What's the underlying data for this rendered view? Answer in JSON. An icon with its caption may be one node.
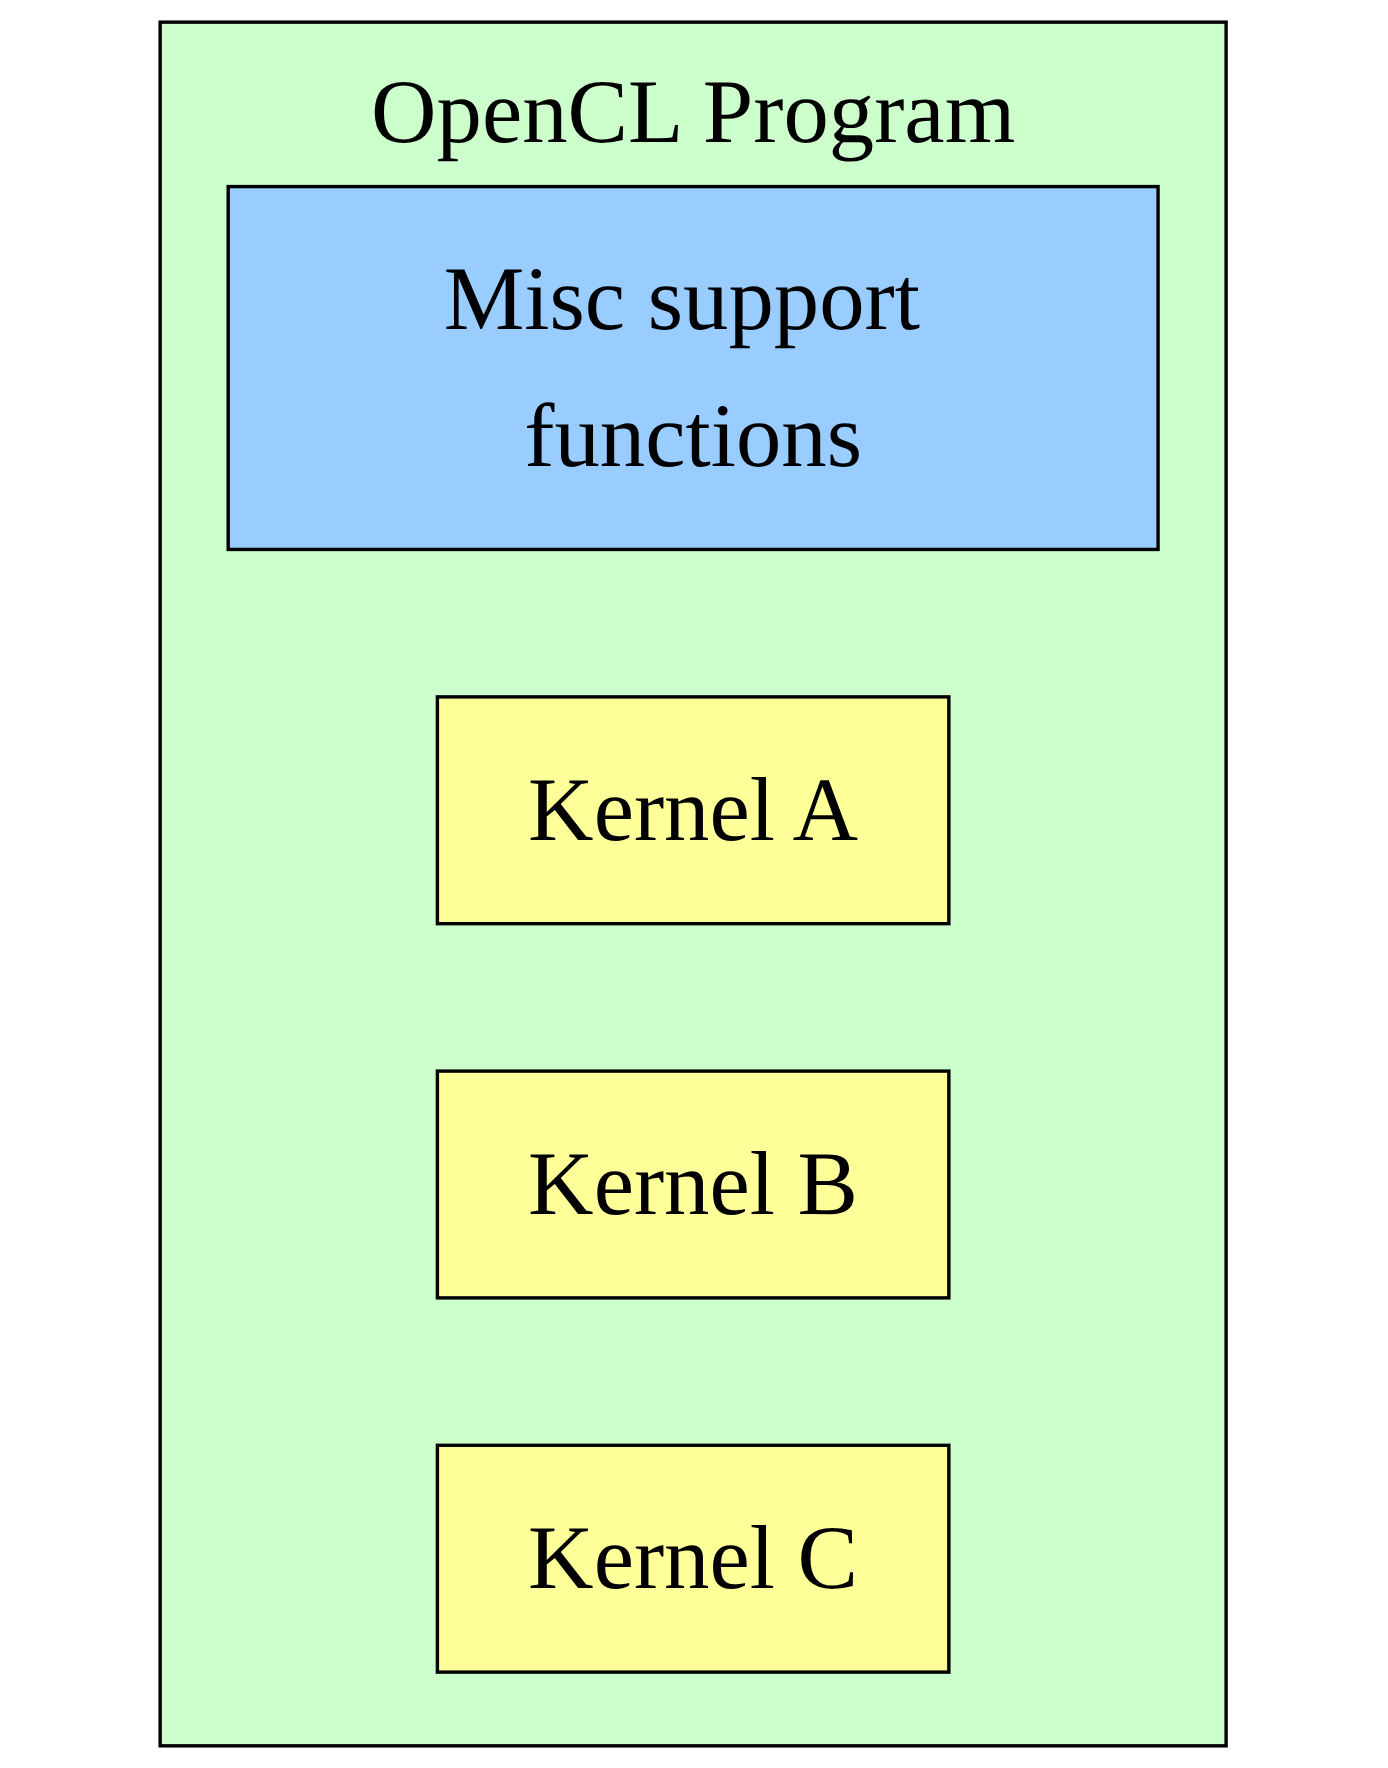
{
  "diagram": {
    "nodes": [
      {
        "text": [
          "OpenCL Program"
        ]
      },
      {
        "text": [
          "Misc support functions"
        ],
        "in": 0
      },
      {
        "text": [
          "Kernel A"
        ],
        "in": 0
      },
      {
        "text": [
          "Kernel B"
        ],
        "in": 0
      },
      {
        "text": [
          "Kernel C"
        ],
        "in": 0
      }
    ]
  }
}
